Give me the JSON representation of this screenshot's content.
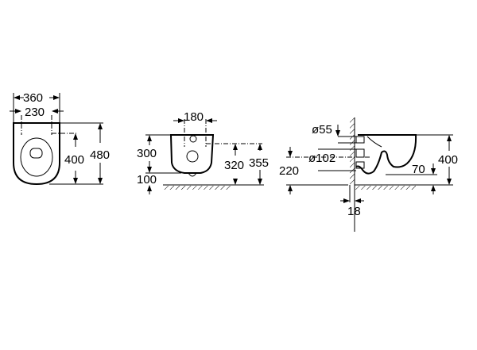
{
  "drawing": {
    "top_view": {
      "width_outer": "360",
      "width_fixing": "230",
      "fixing_depth": "400",
      "total_depth": "480"
    },
    "front_view": {
      "fixing_spacing": "180",
      "bowl_height": "300",
      "bowl_clearance": "100",
      "fixing_height": "320",
      "total_height": "355"
    },
    "side_view": {
      "inlet_diameter": "ø55",
      "outlet_diameter": "ø102",
      "outlet_height": "220",
      "rim_height": "400",
      "outlet_drop": "70",
      "wall_gap": "18"
    }
  },
  "colors": {
    "line": "#000000",
    "background": "#ffffff"
  }
}
